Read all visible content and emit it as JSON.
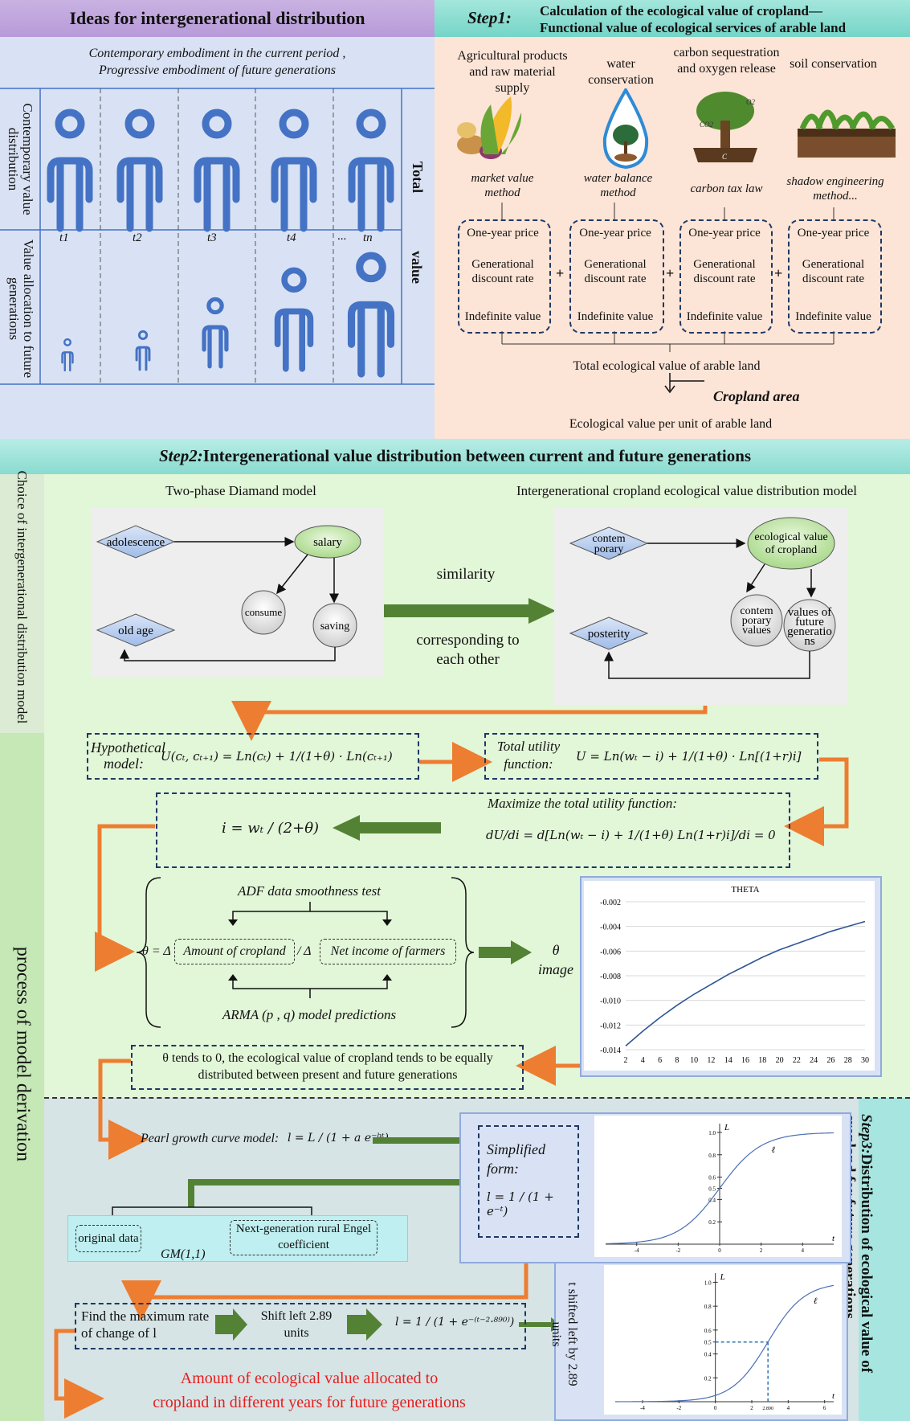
{
  "panel_left": {
    "title": "Ideas for intergenerational distribution",
    "subtitle_line1": "Contemporary embodiment in the current period ,",
    "subtitle_line2": "Progressive embodiment of future generations",
    "row1_label": "Contemporary value distribution",
    "row2_label": "Value allocation to future generations",
    "right_label_1": "Total",
    "right_label_2": "value",
    "time_labels": [
      "t1",
      "t2",
      "t3",
      "t4",
      "tn"
    ],
    "ellipsis": "...",
    "figure_color": "#4472c4"
  },
  "step1": {
    "prefix": "Step1:",
    "title_line1": "Calculation of the ecological value of  cropland—",
    "title_line2": "Functional value of ecological services of arable land",
    "services": [
      {
        "name": "Agricultural products and raw material supply",
        "method": "market value method",
        "icon": "corn-icon"
      },
      {
        "name": "water conservation",
        "method": "water balance method",
        "icon": "water-drop-tree-icon"
      },
      {
        "name": "carbon sequestration and oxygen release",
        "method": "carbon tax law",
        "icon": "tree-co2-icon"
      },
      {
        "name": "soil conservation",
        "method": "shadow engineering method...",
        "icon": "soil-plants-icon"
      }
    ],
    "box_items": [
      "One-year price",
      "Generational discount rate",
      "Indefinite value"
    ],
    "plus": "+",
    "co2": "CO2",
    "o2": "O2",
    "c": "C",
    "total": "Total ecological value of arable land",
    "area": "Cropland area",
    "per_unit": "Ecological value per unit of arable land"
  },
  "step2": {
    "prefix": "Step2:",
    "title": "Intergenerational value distribution between current and future generations",
    "side_label_top": "Choice of intergenerational distribution model",
    "side_label_bottom": "process of model derivation",
    "diamond_title": "Two-phase Diamand model",
    "eco_title": "Intergenerational cropland ecological value distribution model",
    "diamond_nodes": {
      "adolescence": "adolescence",
      "salary": "salary",
      "consume": "consume",
      "saving": "saving",
      "old_age": "old age"
    },
    "eco_nodes": {
      "contemporary": "contem porary",
      "eco_value": "ecological value of cropland",
      "contemp_values": "contem porary values",
      "future_values": "values of future generatio ns",
      "posterity": "posterity"
    },
    "similarity": "similarity",
    "corresponding": "corresponding to each other",
    "hyp_label": "Hypothetical model:",
    "hyp_formula": "U(cₜ, cₜ₊₁) = Ln(cₜ) + 1/(1+θ) · Ln(cₜ₊₁)",
    "total_utility_label": "Total utility function:",
    "total_utility_formula": "U = Ln(wₜ − i) + 1/(1+θ) · Ln[(1+r)i]",
    "maximize_label": "Maximize the total utility function:",
    "derivative_formula": "dU/di = d[Ln(wₜ − i) + 1/(1+θ) Ln(1+r)i]/di = 0",
    "i_formula": "i = wₜ / (2+θ)",
    "adf": "ADF data smoothness test",
    "theta_prefix": "θ = Δ",
    "amount_cropland": "Amount of cropland",
    "slash_delta": "/ Δ",
    "net_income": "Net income of farmers",
    "arma": "ARMA (p , q) model predictions",
    "theta_image": "θ image",
    "conclusion": "θ tends to 0, the ecological value of cropland tends to be equally distributed between present and future generations"
  },
  "step3": {
    "prefix": "Step3:",
    "title": "Distribution of ecological value of cropland for future generations",
    "pearl_label": "Pearl growth curve model:",
    "pearl_formula": "l = L / (1 + a e⁻ᵇᵗ)",
    "simplified": "Simplified form:",
    "simplified_formula": "l = 1 / (1 + e⁻ᵗ)",
    "original_data": "original data",
    "gm": "GM(1,1)",
    "engel": "Next-generation rural Engel coefficient",
    "find_max": "Find the maximum rate of change of l",
    "shift_left": "Shift left 2.89 units",
    "shifted_formula": "l = 1 / (1 + e⁻⁽ᵗ⁻²·⁸⁹⁰⁾)",
    "t_shifted": "t shifted left by 2.89 units",
    "result_line1": "Amount of ecological value allocated to",
    "result_line2": "cropland in different years for future generations"
  },
  "chart_data": [
    {
      "type": "line",
      "title": "THETA",
      "x": [
        2,
        4,
        6,
        8,
        10,
        12,
        14,
        16,
        18,
        20,
        22,
        24,
        26,
        28,
        30
      ],
      "series": [
        {
          "values": [
            -0.0137,
            -0.0125,
            -0.0114,
            -0.0104,
            -0.0095,
            -0.0087,
            -0.0079,
            -0.0072,
            -0.0065,
            -0.0059,
            -0.0054,
            -0.0049,
            -0.0044,
            -0.004,
            -0.0036
          ]
        }
      ],
      "xticks": [
        2,
        4,
        6,
        8,
        10,
        12,
        14,
        16,
        18,
        20,
        22,
        24,
        26,
        28,
        30
      ],
      "yticks": [
        -0.002,
        -0.004,
        -0.006,
        -0.008,
        -0.01,
        -0.012,
        -0.014
      ],
      "ylim": [
        -0.014,
        -0.002
      ],
      "xlim": [
        2,
        30
      ],
      "grid": true
    },
    {
      "type": "line",
      "title": "",
      "xlabel": "t",
      "ylabel": "L",
      "curve_label": "ℓ",
      "xticks": [
        -4,
        -2,
        0,
        2,
        4
      ],
      "yticks": [
        0.2,
        0.4,
        0.5,
        0.6,
        0.8,
        1.0
      ],
      "xlim": [
        -5.5,
        5.5
      ],
      "ylim": [
        0,
        1.05
      ],
      "function": "1/(1+exp(-t))"
    },
    {
      "type": "line",
      "title": "",
      "xlabel": "t",
      "ylabel": "L",
      "curve_label": "ℓ",
      "xticks": [
        -4,
        -2,
        0,
        2,
        4,
        6
      ],
      "xtick_special": "2.890",
      "yticks": [
        0.2,
        0.4,
        0.5,
        0.6,
        0.8,
        1.0
      ],
      "xlim": [
        -5.5,
        6.5
      ],
      "ylim": [
        0,
        1.05
      ],
      "function": "1/(1+exp(-(t-2.89)))"
    }
  ],
  "colors": {
    "orange": "#ed7d31",
    "green": "#548235",
    "navy": "#1f3864",
    "blue_curve": "#2f5597"
  }
}
